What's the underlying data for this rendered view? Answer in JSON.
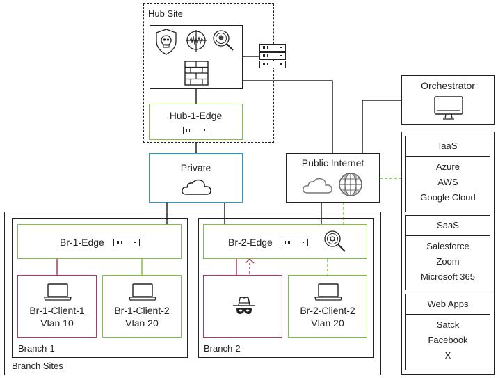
{
  "colors": {
    "line": "#222222",
    "edge_green": "#7cc242",
    "client_red": "#b1375a",
    "private_blue": "#1a9ad9"
  },
  "hub_site": {
    "label": "Hub Site",
    "security_icons": [
      "shield-skull-icon",
      "crosshair-icon",
      "magnifier-skull-icon",
      "firewall-icon"
    ],
    "servers_icon": "server-stack-icon",
    "edge": {
      "label": "Hub-1-Edge",
      "icon": "edge-device-icon"
    }
  },
  "orchestrator": {
    "label": "Orchestrator",
    "icon": "monitor-icon"
  },
  "private": {
    "label": "Private",
    "icon": "cloud-icon"
  },
  "public_internet": {
    "label": "Public Internet",
    "icons": [
      "cloud-icon",
      "globe-icon"
    ]
  },
  "services": [
    {
      "title": "IaaS",
      "items": [
        "Azure",
        "AWS",
        "Google Cloud"
      ]
    },
    {
      "title": "SaaS",
      "items": [
        "Salesforce",
        "Zoom",
        "Microsoft 365"
      ]
    },
    {
      "title": "Web Apps",
      "items": [
        "Satck",
        "Facebook",
        "X"
      ]
    }
  ],
  "branch_sites": {
    "label": "Branch Sites",
    "branch1": {
      "label": "Branch-1",
      "edge": "Br-1-Edge",
      "client1": {
        "name": "Br-1-Client-1",
        "vlan": "Vlan 10"
      },
      "client2": {
        "name": "Br-1-Client-2",
        "vlan": "Vlan 20"
      }
    },
    "branch2": {
      "label": "Branch-2",
      "edge": "Br-2-Edge",
      "threat_icon": "bug-magnifier-icon",
      "attacker_icon": "incognito-spy-icon",
      "blocked_icon": "x-mark-icon",
      "client2": {
        "name": "Br-2-Client-2",
        "vlan": "Vlan 20"
      }
    }
  }
}
